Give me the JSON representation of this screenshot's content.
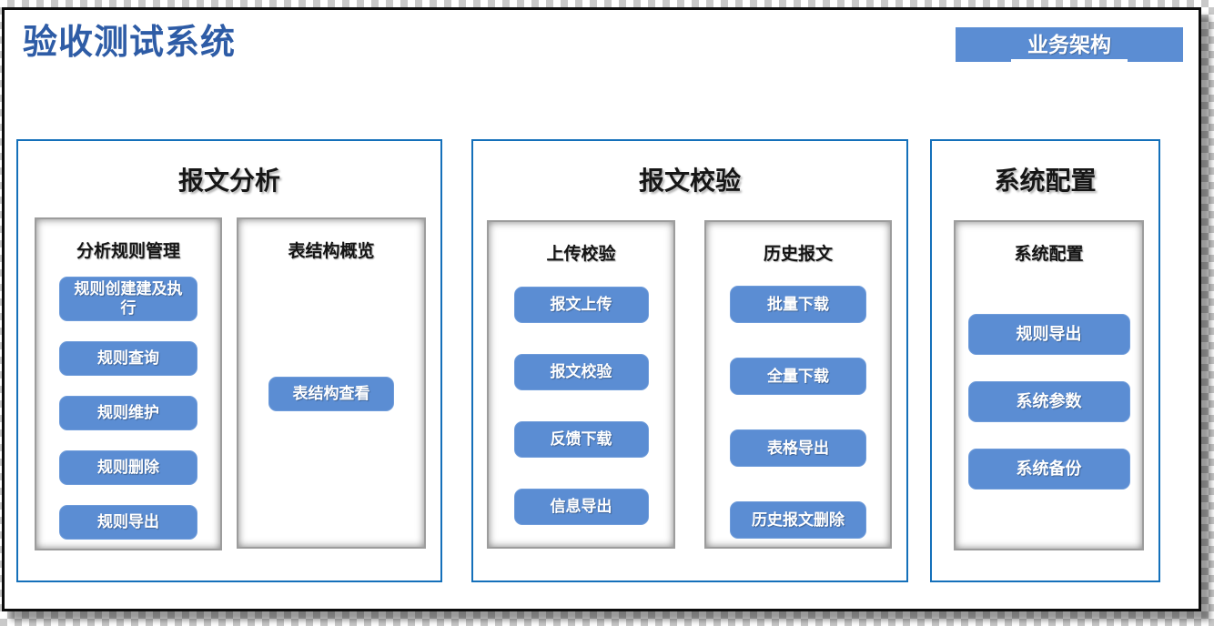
{
  "page": {
    "title": "验收测试系统",
    "badge": "业务架构"
  },
  "colors": {
    "title_blue": "#2e5ca6",
    "accent_blue": "#5b8dd3",
    "section_border_blue": "#1470ba",
    "panel_border_gray": "#9c9c9c",
    "frame_black": "#0d0d0d"
  },
  "sections": [
    {
      "title": "报文分析",
      "groups": [
        {
          "title": "分析规则管理",
          "buttons": [
            "规则创建建及执行",
            "规则查询",
            "规则维护",
            "规则删除",
            "规则导出"
          ]
        },
        {
          "title": "表结构概览",
          "buttons": [
            "表结构查看"
          ]
        }
      ]
    },
    {
      "title": "报文校验",
      "groups": [
        {
          "title": "上传校验",
          "buttons": [
            "报文上传",
            "报文校验",
            "反馈下载",
            "信息导出"
          ]
        },
        {
          "title": "历史报文",
          "buttons": [
            "批量下载",
            "全量下载",
            "表格导出",
            "历史报文删除"
          ]
        }
      ]
    },
    {
      "title": "系统配置",
      "groups": [
        {
          "title": "系统配置",
          "buttons": [
            "规则导出",
            "系统参数",
            "系统备份"
          ]
        }
      ]
    }
  ]
}
